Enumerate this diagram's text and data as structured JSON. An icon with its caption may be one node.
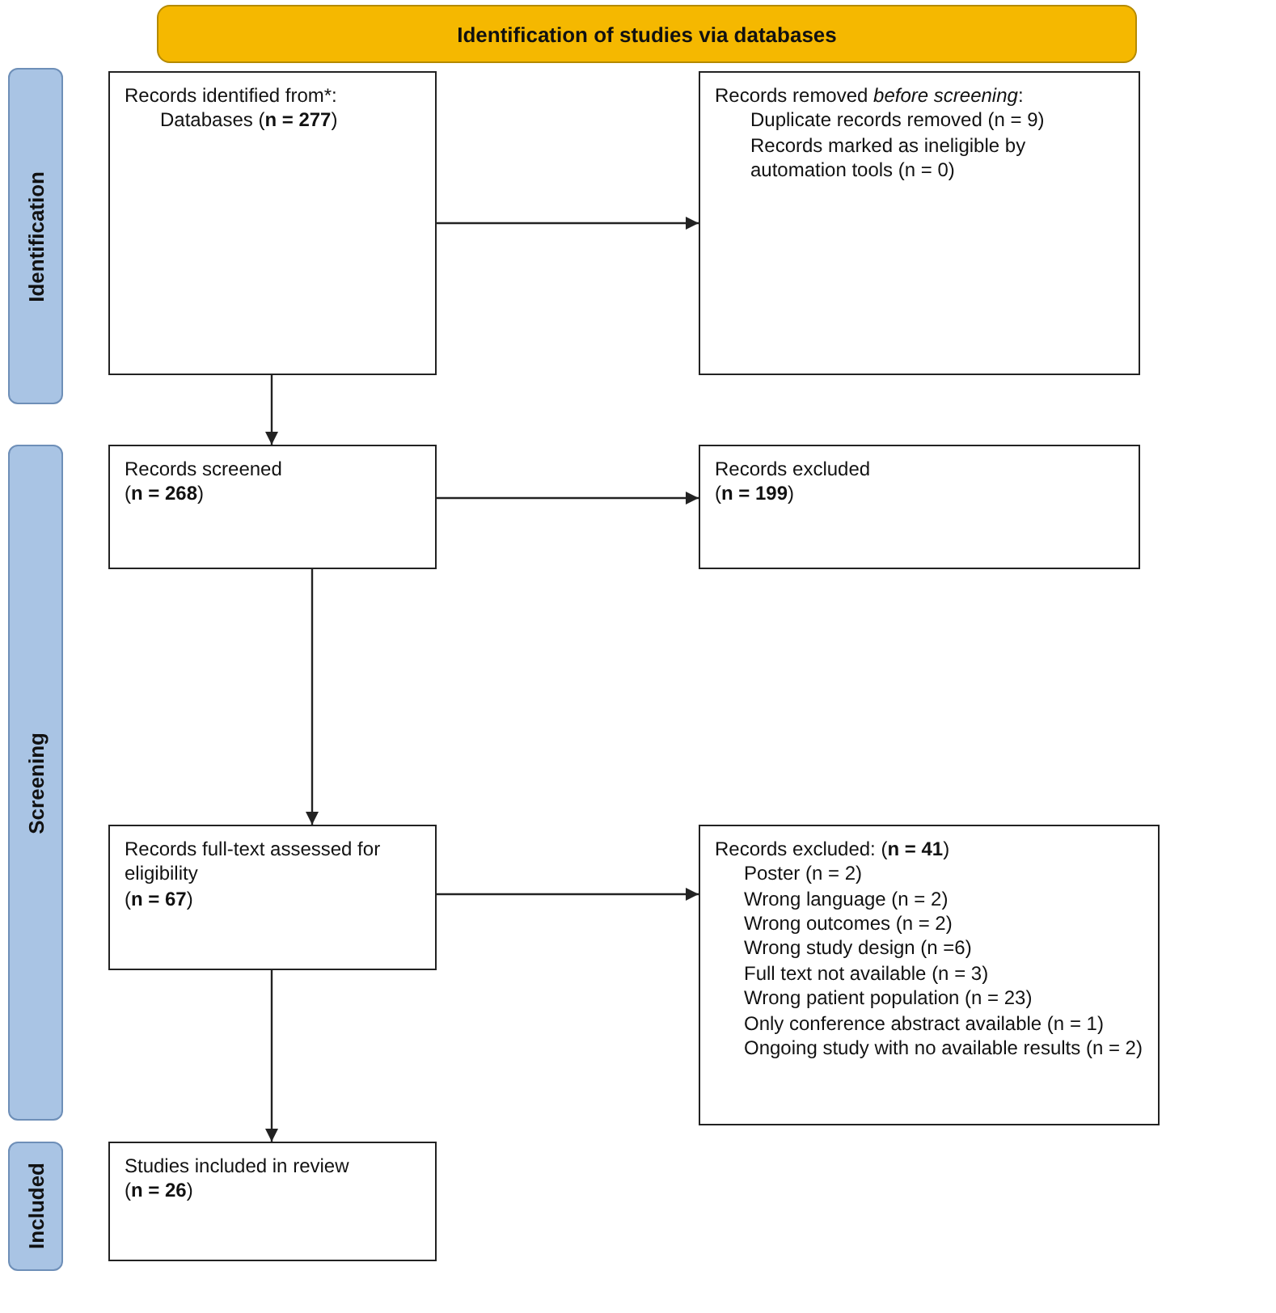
{
  "diagram": {
    "nodes": [
      {
        "text": [
          "Identification of studies via databases"
        ]
      },
      {
        "text": [
          "Identification"
        ]
      },
      {
        "text": [
          "Screening"
        ]
      },
      {
        "text": [
          "Included"
        ]
      },
      {
        "text": [
          "Records identified from*:",
          "Databases (**n = 277**)"
        ]
      },
      {
        "text": [
          "Records removed *before screening*:",
          "Duplicate records removed (n = 9)",
          "Records marked as ineligible by automation tools (n = 0)"
        ]
      },
      {
        "text": [
          "Records screened",
          "(**n = 268**)"
        ]
      },
      {
        "text": [
          "Records excluded",
          "(**n = 199**)"
        ]
      },
      {
        "text": [
          "Records full-text assessed for eligibility",
          "(**n = 67**)"
        ]
      },
      {
        "text": [
          "Records excluded: (**n = 41**)",
          "Poster (n = 2)",
          "Wrong language (n = 2)",
          "Wrong outcomes (n = 2)",
          "Wrong study design (n =6)",
          "Full text not available (n = 3)",
          "Wrong patient population (n = 23)",
          "Only conference abstract available (n = 1)",
          "Ongoing study with no available results (n = 2)"
        ]
      },
      {
        "text": [
          "Studies included in review",
          "(**n = 26**)"
        ]
      }
    ],
    "edges": [
      {
        "from": 4,
        "to": 5,
        "arrow": "to"
      },
      {
        "from": 4,
        "to": 6,
        "arrow": "to"
      },
      {
        "from": 6,
        "to": 7,
        "arrow": "to"
      },
      {
        "from": 6,
        "to": 8,
        "arrow": "to"
      },
      {
        "from": 8,
        "to": 9,
        "arrow": "to"
      },
      {
        "from": 8,
        "to": 10,
        "arrow": "to"
      }
    ]
  }
}
